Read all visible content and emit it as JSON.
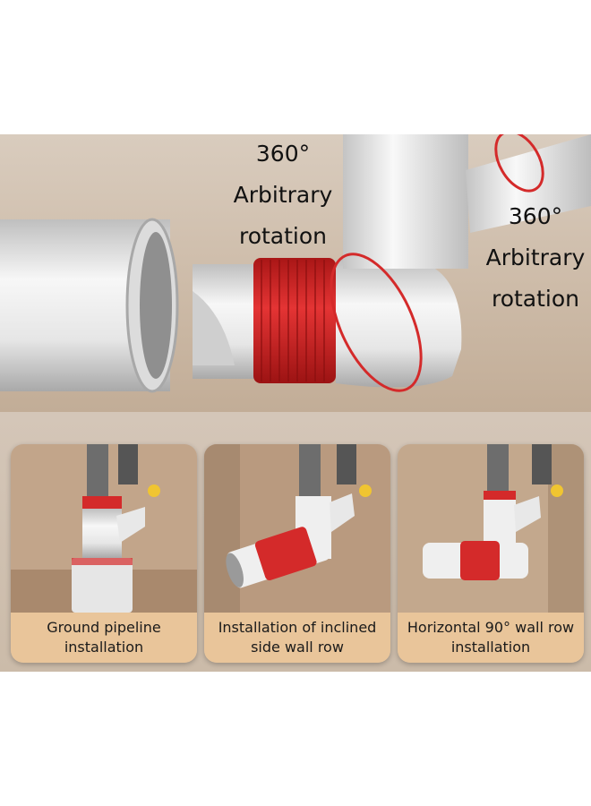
{
  "hero": {
    "left_caption": {
      "degrees": "360°",
      "line1": "Arbitrary",
      "line2": "rotation"
    },
    "right_caption": {
      "degrees": "360°",
      "line1": "Arbitrary",
      "line2": "rotation"
    }
  },
  "panels": [
    {
      "label": "Ground pipeline installation"
    },
    {
      "label": "Installation of inclined side wall row"
    },
    {
      "label": "Horizontal 90° wall row installation"
    }
  ],
  "colors": {
    "accent_red": "#d42a2a",
    "pipe_white": "#f2f2f2",
    "label_bg": "#e9c59a"
  }
}
